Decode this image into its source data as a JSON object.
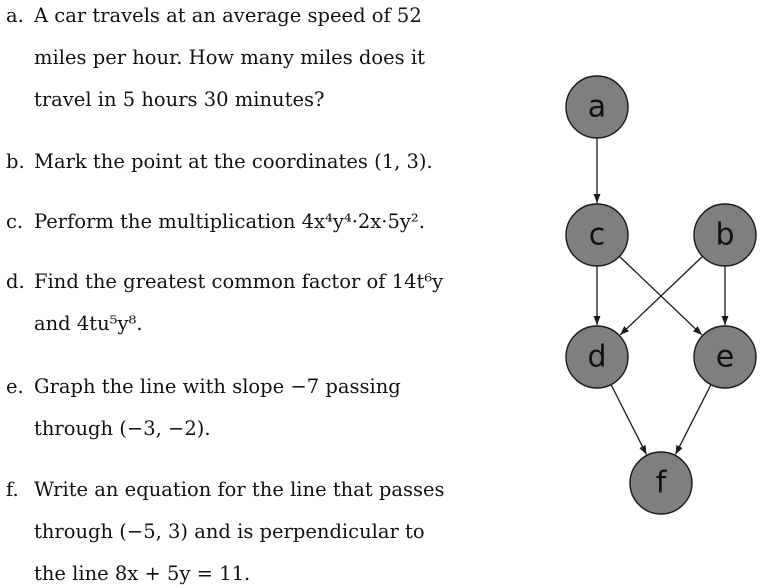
{
  "problems": [
    {
      "letter": "a.",
      "lines": [
        "A car travels at an average speed of 52",
        "miles per hour. How many miles does it",
        "travel in 5 hours 30 minutes?"
      ]
    },
    {
      "letter": "b.",
      "lines": [
        "Mark the point at the coordinates (1, 3)."
      ]
    },
    {
      "letter": "c.",
      "line1_text": "Perform the multiplication 4x⁴y⁴·2x·5y²."
    },
    {
      "letter": "d.",
      "line1_text": "Find the greatest common factor of 14t⁶y",
      "line2_text": "and 4tu⁵y⁸."
    },
    {
      "letter": "e.",
      "lines": [
        "Graph the line with slope −7 passing",
        "through (−3, −2)."
      ]
    },
    {
      "letter": "f.",
      "lines": [
        "Write an equation for the line that passes",
        "through (−5, 3) and is perpendicular to",
        "the line 8x + 5y = 11."
      ]
    }
  ],
  "graph": {
    "nodes": [
      {
        "id": "a",
        "label": "a"
      },
      {
        "id": "c",
        "label": "c"
      },
      {
        "id": "b",
        "label": "b"
      },
      {
        "id": "d",
        "label": "d"
      },
      {
        "id": "e",
        "label": "e"
      },
      {
        "id": "f",
        "label": "f"
      }
    ],
    "edges": [
      {
        "from": "a",
        "to": "c"
      },
      {
        "from": "c",
        "to": "d"
      },
      {
        "from": "c",
        "to": "e"
      },
      {
        "from": "b",
        "to": "d"
      },
      {
        "from": "b",
        "to": "e"
      },
      {
        "from": "d",
        "to": "f"
      },
      {
        "from": "e",
        "to": "f"
      }
    ],
    "colors": {
      "node_fill": "#7f7f7f",
      "stroke": "#1a1a1a"
    }
  }
}
